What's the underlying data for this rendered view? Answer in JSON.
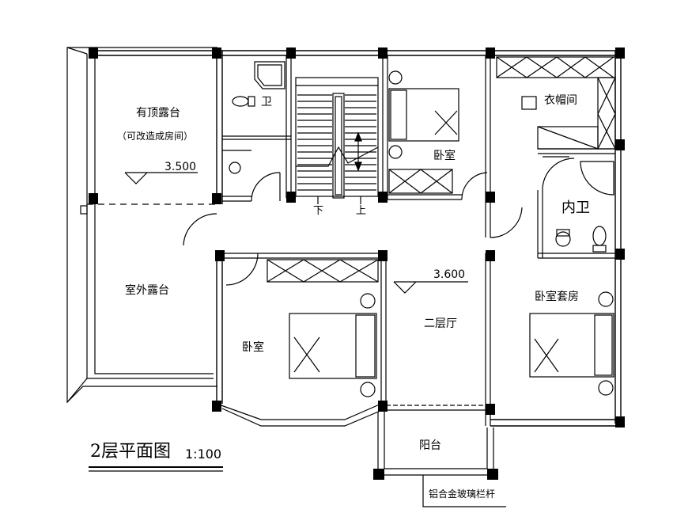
{
  "plan": {
    "title": "2层平面图",
    "scale": "1:100",
    "rooms": {
      "covered_terrace": "有顶露台",
      "covered_terrace_note": "（可改造成房间）",
      "outdoor_terrace": "室外露台",
      "bathroom": "卫",
      "bedroom_north": "卧室",
      "bedroom_south": "卧室",
      "cloakroom": "衣帽间",
      "ensuite_bathroom": "内卫",
      "master_suite": "卧室套房",
      "living_hall": "二层厅",
      "balcony": "阳台"
    },
    "stairs": {
      "down": "下",
      "up": "上"
    },
    "elevations": {
      "terrace": "3.500",
      "floor": "3.600"
    },
    "notes": {
      "railing": "铝合金玻璃栏杆"
    }
  }
}
